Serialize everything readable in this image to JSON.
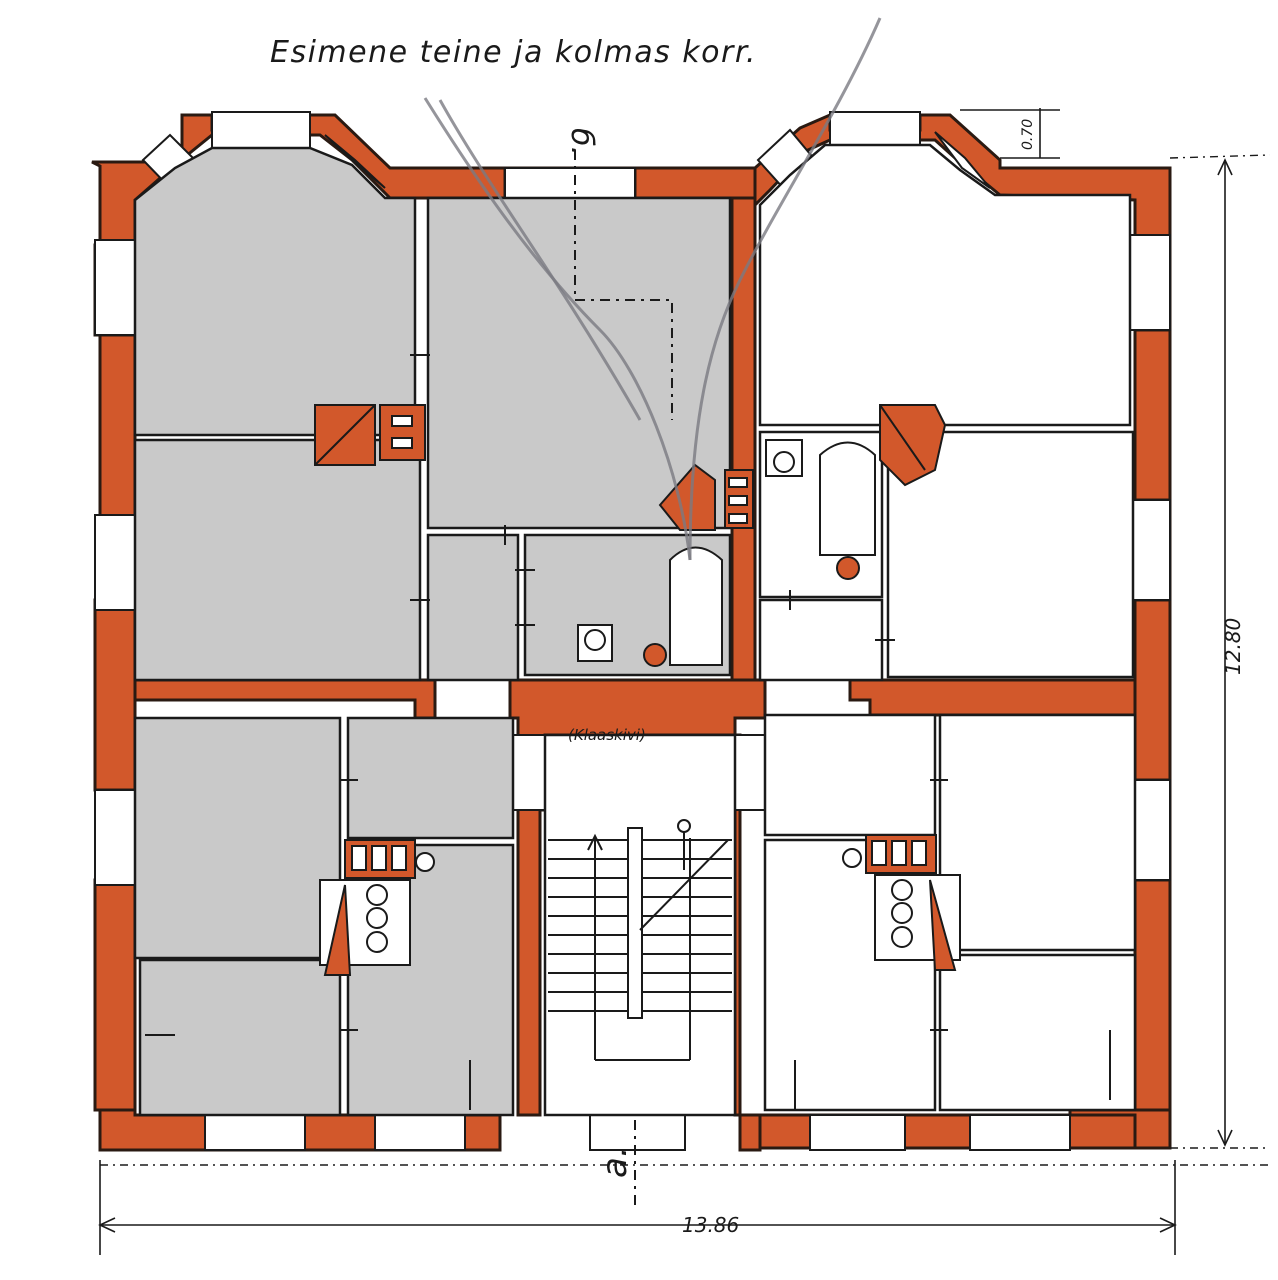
{
  "title": "Esimene teine ja kolmas korr.",
  "section_marks": {
    "top": "б.",
    "bottom": "a."
  },
  "annotation": "(Klaaskivi)",
  "dimensions": {
    "width": "13.86",
    "height": "12.80",
    "bay_depth": "0.70"
  },
  "colors": {
    "wall": "#d2582b",
    "room_shaded": "#c9c9c9",
    "line": "#1a1a1a"
  }
}
